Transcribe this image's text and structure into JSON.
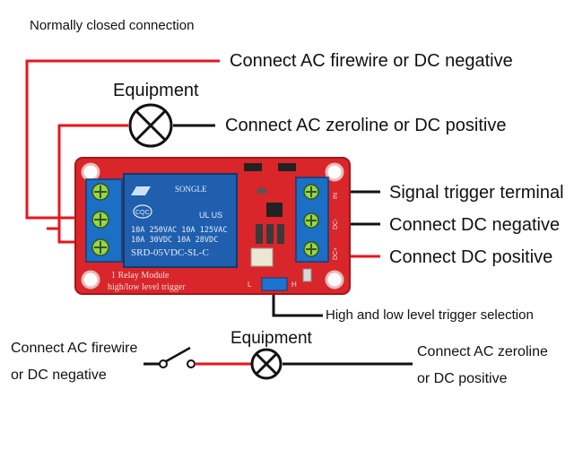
{
  "labels": {
    "normally_closed": "Normally closed connection",
    "top_firewire": "Connect AC firewire or DC negative",
    "top_equipment": "Equipment",
    "top_zeroline": "Connect AC zeroline or DC positive",
    "signal_trigger": "Signal trigger terminal",
    "dc_negative": "Connect DC negative",
    "dc_positive": "Connect DC positive",
    "trigger_selection": "High and low level trigger selection",
    "bottom_equipment": "Equipment",
    "bottom_firewire_line1": "Connect AC firewire",
    "bottom_firewire_line2": "or DC negative",
    "bottom_zeroline_line1": "Connect AC zeroline",
    "bottom_zeroline_line2": "or DC positive"
  },
  "board": {
    "relay_brand": "SONGLE",
    "relay_cert1": "CQC",
    "relay_cert2": "UL US",
    "relay_spec1": "10A 250VAC  10A 125VAC",
    "relay_spec2": "10A 30VDC  10A 28VDC",
    "relay_model": "SRD-05VDC-SL-C",
    "module_line1": "1 Relay  Module",
    "module_line2": "high/low level trigger",
    "pin_in": "IN",
    "pin_gnd": "DC-",
    "pin_vcc": "DC+",
    "jumper_low": "L",
    "jumper_high": "H"
  },
  "colors": {
    "wire_red": "#e8141c",
    "wire_black": "#111111",
    "board_red": "#d8262b",
    "relay_blue": "#1f5fae",
    "terminal_blue": "#1b6fc4",
    "jumper_blue": "#1d74d0"
  }
}
